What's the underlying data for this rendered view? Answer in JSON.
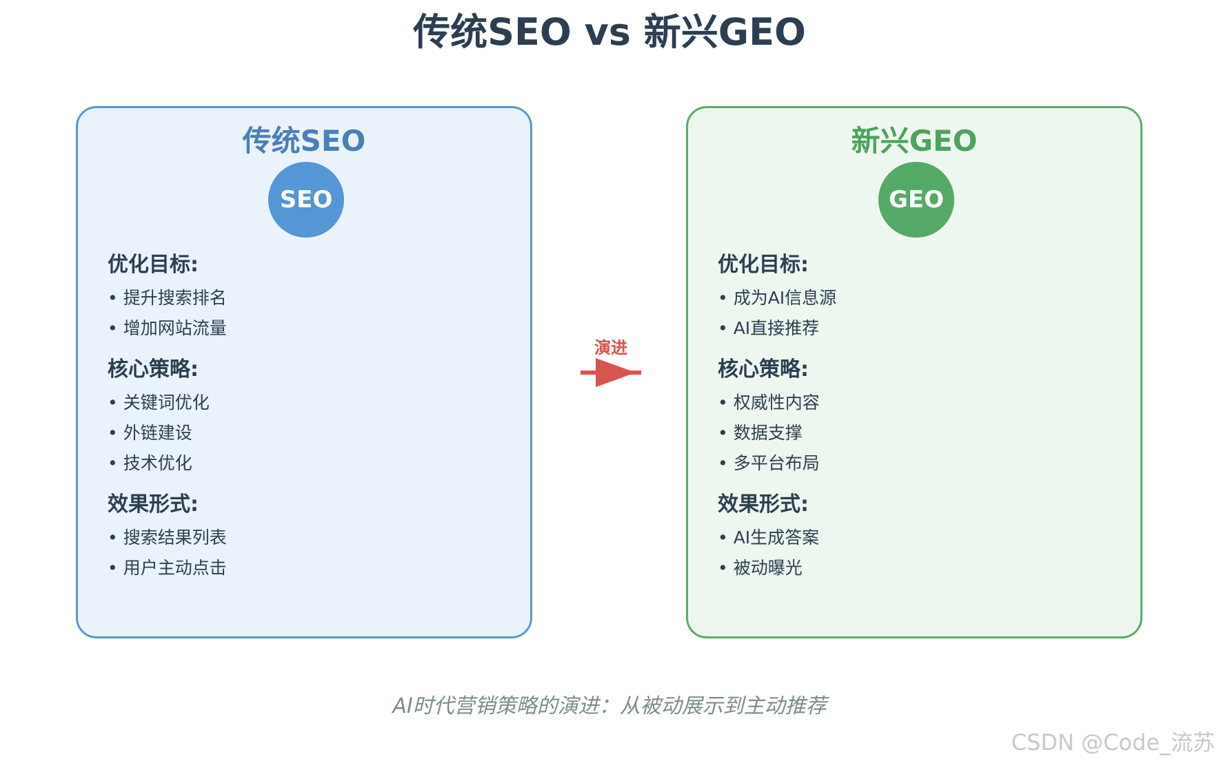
{
  "title": "传统SEO vs 新兴GEO",
  "seo": {
    "title": "传统SEO",
    "badge": "SEO",
    "sections": [
      {
        "heading": "优化目标:",
        "items": [
          "• 提升搜索排名",
          "• 增加网站流量"
        ]
      },
      {
        "heading": "核心策略:",
        "items": [
          "• 关键词优化",
          "• 外链建设",
          "• 技术优化"
        ]
      },
      {
        "heading": "效果形式:",
        "items": [
          "• 搜索结果列表",
          "• 用户主动点击"
        ]
      }
    ]
  },
  "geo": {
    "title": "新兴GEO",
    "badge": "GEO",
    "sections": [
      {
        "heading": "优化目标:",
        "items": [
          "• 成为AI信息源",
          "• AI直接推荐"
        ]
      },
      {
        "heading": "核心策略:",
        "items": [
          "• 权威性内容",
          "• 数据支撑",
          "• 多平台布局"
        ]
      },
      {
        "heading": "效果形式:",
        "items": [
          "• AI生成答案",
          "• 被动曝光"
        ]
      }
    ]
  },
  "arrow": {
    "label": "演进",
    "color": "#d9534f"
  },
  "caption": "AI时代营销策略的演进：从被动展示到主动推荐",
  "watermark": "CSDN @Code_流苏",
  "colors": {
    "seo_border": "#5b97d1",
    "seo_fill": "#eaf3fb",
    "seo_accent": "#5596d4",
    "geo_border": "#5aaa69",
    "geo_fill": "#eef7ef",
    "geo_accent": "#55a966",
    "text": "#2c3e50"
  }
}
